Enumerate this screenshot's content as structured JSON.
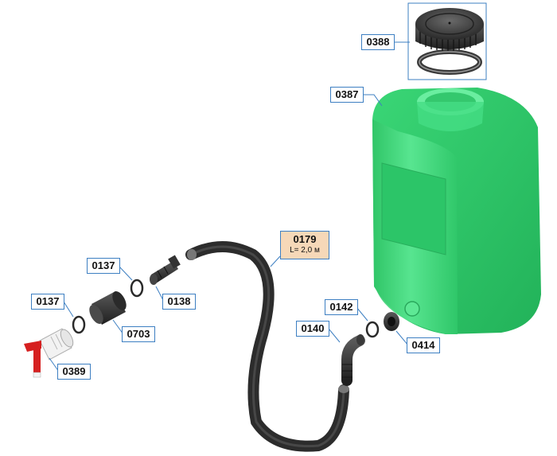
{
  "parts": {
    "cap": "0388",
    "tank": "0387",
    "hose": "0179",
    "hose_length": "L= 2,0 м",
    "oring_upper": "0137",
    "oring_lower": "0137",
    "hose_fitting": "0138",
    "adapter": "0703",
    "tap": "0389",
    "tank_oring": "0142",
    "nut": "0414",
    "elbow": "0140"
  },
  "colors": {
    "tank": "#3ddc7a",
    "callout_border": "#3d7fc2",
    "hose_label_bg": "#f6d8b8",
    "tap_handle": "#d62020",
    "dark_part": "#2e2e2e"
  }
}
